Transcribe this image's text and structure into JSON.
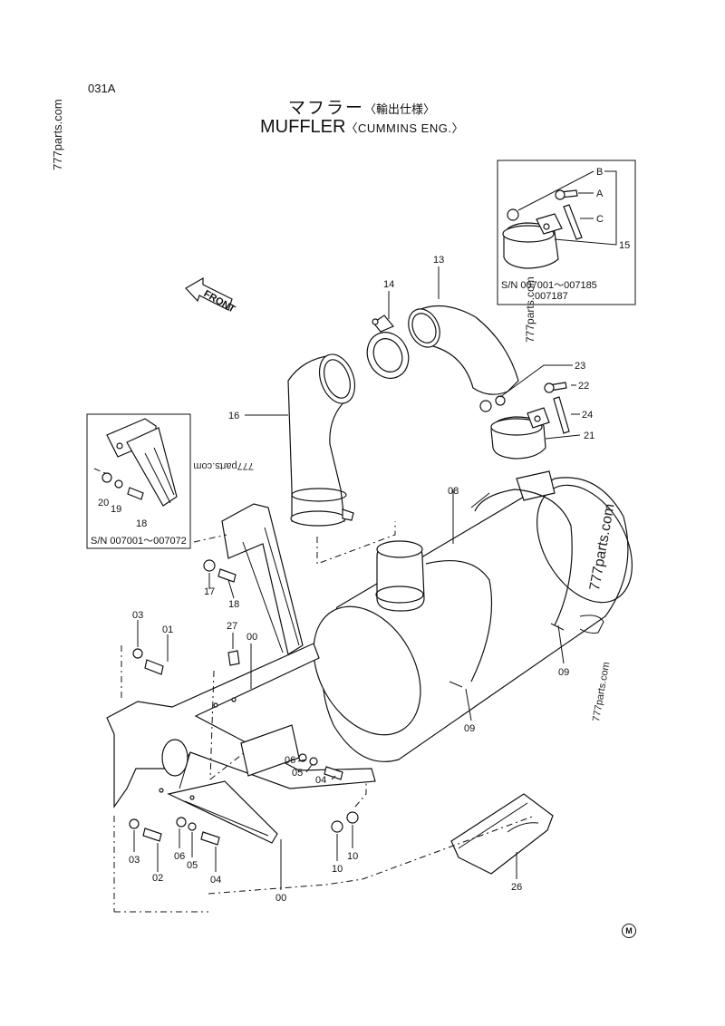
{
  "page_code": "031A",
  "title": {
    "jp_main": "マフラー",
    "jp_sub": "〈輸出仕様〉",
    "en_main": "MUFFLER",
    "en_sub": "〈CUMMINS ENG.〉"
  },
  "front_label": "FRONT",
  "watermark": "777parts.com",
  "mark": "M",
  "inset_top": {
    "letters": [
      "B",
      "A",
      "C"
    ],
    "part": "15",
    "sn_line1": "S/N 007001～007185",
    "sn_line2": "007187"
  },
  "inset_left": {
    "parts": [
      "20",
      "19",
      "18"
    ],
    "sn": "S/N 007001～007072"
  },
  "labels": {
    "p13": "13",
    "p14": "14",
    "p16": "16",
    "p23": "23",
    "p22": "22",
    "p24": "24",
    "p21": "21",
    "p08": "08",
    "p17": "17",
    "p18": "18",
    "p27": "27",
    "p00a": "00",
    "p03a": "03",
    "p01": "01",
    "p06a": "06",
    "p05a": "05",
    "p04a": "04",
    "p09a": "09",
    "p09b": "09",
    "p03b": "03",
    "p02": "02",
    "p06b": "06",
    "p05b": "05",
    "p04b": "04",
    "p10a": "10",
    "p10b": "10",
    "p00b": "00",
    "p26": "26"
  }
}
